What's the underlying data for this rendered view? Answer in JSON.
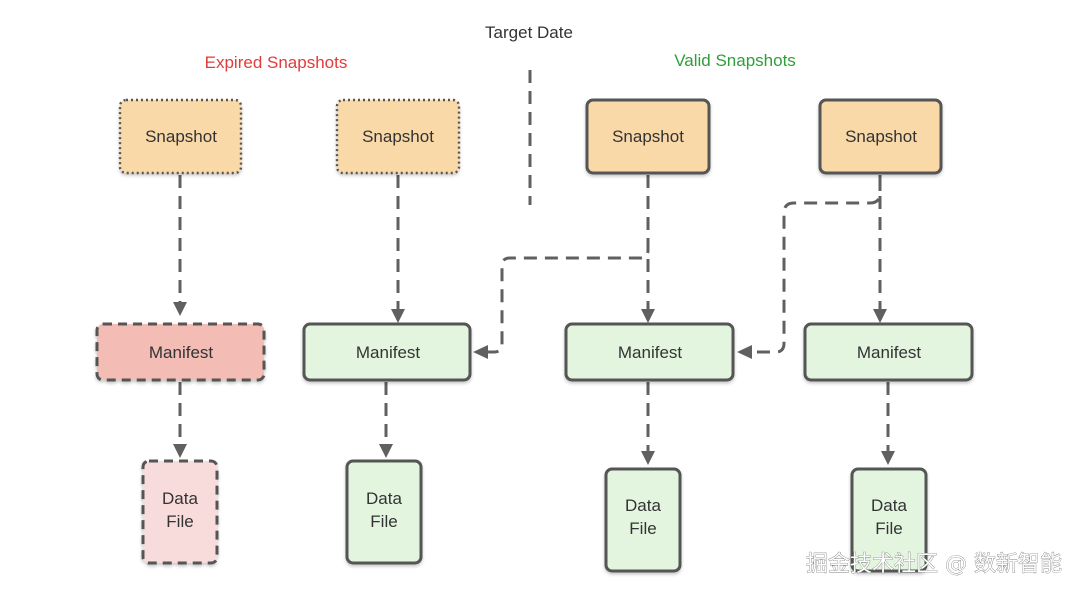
{
  "headers": {
    "target_date": "Target Date",
    "expired": "Expired Snapshots",
    "valid": "Valid Snapshots"
  },
  "colors": {
    "expired_header": "#e23b3b",
    "valid_header": "#2e9e3a",
    "snapshot_fill": "#f9d9a8",
    "manifest_valid_fill": "#e3f5df",
    "manifest_expired_fill": "#f3bcb4",
    "datafile_expired_fill": "#f8dcdb",
    "border": "#555555"
  },
  "columns": [
    {
      "status": "expired",
      "snapshot": {
        "label": "Snapshot",
        "border": "dotted"
      },
      "manifest": {
        "label": "Manifest",
        "border": "dashed",
        "status": "expired"
      },
      "data_file": {
        "line1": "Data",
        "line2": "File",
        "border": "dashed",
        "status": "expired"
      }
    },
    {
      "status": "expired",
      "snapshot": {
        "label": "Snapshot",
        "border": "dotted"
      },
      "manifest": {
        "label": "Manifest",
        "border": "solid",
        "status": "valid"
      },
      "data_file": {
        "line1": "Data",
        "line2": "File",
        "border": "solid",
        "status": "valid"
      }
    },
    {
      "status": "valid",
      "snapshot": {
        "label": "Snapshot",
        "border": "solid"
      },
      "manifest": {
        "label": "Manifest",
        "border": "solid",
        "status": "valid"
      },
      "data_file": {
        "line1": "Data",
        "line2": "File",
        "border": "solid",
        "status": "valid"
      }
    },
    {
      "status": "valid",
      "snapshot": {
        "label": "Snapshot",
        "border": "solid"
      },
      "manifest": {
        "label": "Manifest",
        "border": "solid",
        "status": "valid"
      },
      "data_file": {
        "line1": "Data",
        "line2": "File",
        "border": "solid",
        "status": "valid"
      }
    }
  ],
  "edges": [
    {
      "from": "snapshot-1",
      "to": "manifest-1"
    },
    {
      "from": "snapshot-2",
      "to": "manifest-2"
    },
    {
      "from": "snapshot-3",
      "to": "manifest-3"
    },
    {
      "from": "snapshot-3",
      "to": "manifest-2"
    },
    {
      "from": "snapshot-4",
      "to": "manifest-4"
    },
    {
      "from": "snapshot-4",
      "to": "manifest-3"
    },
    {
      "from": "manifest-1",
      "to": "data-file-1"
    },
    {
      "from": "manifest-2",
      "to": "data-file-2"
    },
    {
      "from": "manifest-3",
      "to": "data-file-3"
    },
    {
      "from": "manifest-4",
      "to": "data-file-4"
    }
  ],
  "watermark": "掘金技术社区 @ 数新智能"
}
